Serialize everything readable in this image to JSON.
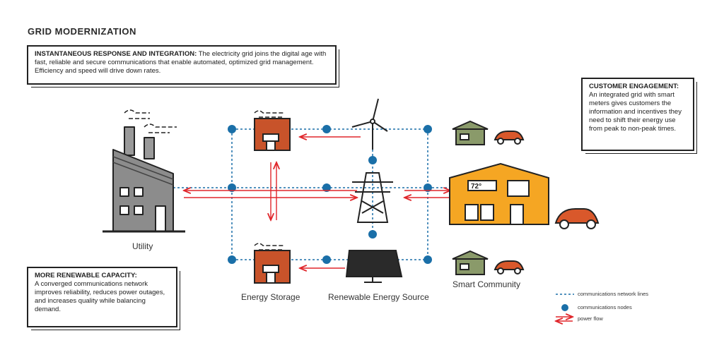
{
  "title": "GRID MODERNIZATION",
  "callouts": {
    "top": {
      "heading": "INSTANTANEOUS RESPONSE AND INTEGRATION:",
      "body": " The electricity grid joins the digital age with fast, reliable and secure communications that enable automated, optimized grid management. Efficiency and speed will drive down rates."
    },
    "customer": {
      "heading": "CUSTOMER ENGAGEMENT:",
      "body": "An integrated grid with smart meters gives customers the information and incentives they need to shift their energy use from peak to non-peak times."
    },
    "renewable": {
      "heading": "MORE RENEWABLE CAPACITY:",
      "body": "A converged communications network improves reliability, reduces power outages, and increases quality while balancing demand."
    }
  },
  "labels": {
    "utility": "Utility",
    "energy_storage": "Energy Storage",
    "renewable_source": "Renewable Energy Source",
    "smart_community": "Smart Community"
  },
  "thermostat": "72°",
  "legend": {
    "network_lines": "communications network lines",
    "nodes": "communications nodes",
    "power_flow": "power flow"
  },
  "colors": {
    "network": "#1a6fa8",
    "power": "#e0262b",
    "brick": "#c8532a",
    "house": "#f5a623",
    "car": "#d9582b",
    "factory": "#8c8c8c"
  }
}
